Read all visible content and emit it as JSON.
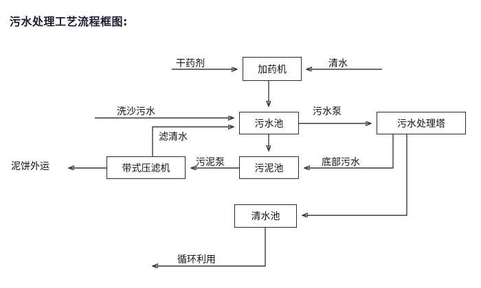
{
  "title": "污水处理工艺流程框图:",
  "nodes": [
    {
      "id": "dosing",
      "label": "加药机"
    },
    {
      "id": "sewage",
      "label": "污水池"
    },
    {
      "id": "tower",
      "label": "污水处理塔"
    },
    {
      "id": "sludge",
      "label": "污泥池"
    },
    {
      "id": "press",
      "label": "带式压滤机"
    },
    {
      "id": "clear",
      "label": "清水池"
    }
  ],
  "edge_labels": {
    "dry_agent": "干药剂",
    "clean_water_in": "清水",
    "sand_wash_sewage": "洗沙污水",
    "filtered_clear_water": "滤清水",
    "sewage_pump": "污水泵",
    "sludge_pump": "污泥泵",
    "bottom_sewage": "底部污水",
    "mud_cake_out": "泥饼外运",
    "recycle_use": "循环利用"
  },
  "colors": {
    "stroke": "#3a3a3a",
    "box_border": "#2b2b2b",
    "text": "#111111",
    "title": "#1a1a2e",
    "background": "#ffffff"
  }
}
